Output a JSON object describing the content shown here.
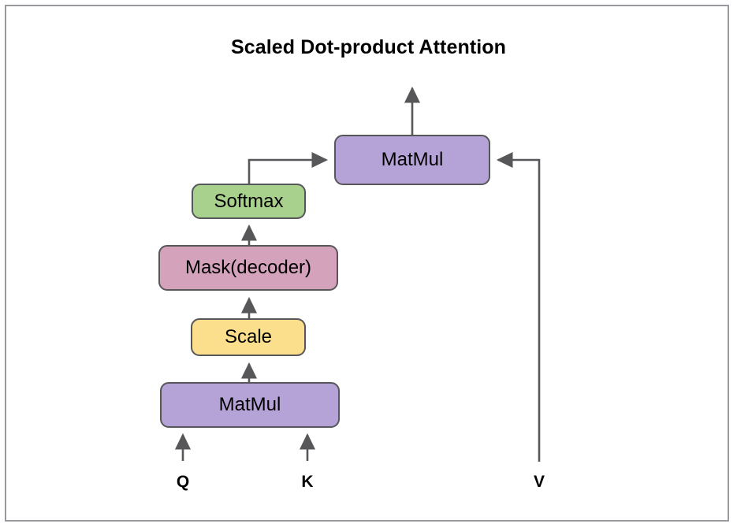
{
  "figure": {
    "title": "Scaled Dot-product Attention",
    "border_color": "#9a9a9e",
    "background": "#ffffff"
  },
  "palette": {
    "matmul_fill": "#b5a2d6",
    "softmax_fill": "#a9d18e",
    "mask_fill": "#d4a3bb",
    "scale_fill": "#fbdf8c",
    "node_stroke": "#57575a",
    "edge_stroke": "#57575a",
    "text": "#000000"
  },
  "nodes": [
    {
      "id": "matmul-top",
      "label": "MatMul",
      "color": "#b5a2d6"
    },
    {
      "id": "softmax",
      "label": "Softmax",
      "color": "#a9d18e"
    },
    {
      "id": "mask",
      "label": "Mask(decoder)",
      "color": "#d4a3bb"
    },
    {
      "id": "scale",
      "label": "Scale",
      "color": "#fbdf8c"
    },
    {
      "id": "matmul-bottom",
      "label": "MatMul",
      "color": "#b5a2d6"
    }
  ],
  "inputs": [
    {
      "id": "q",
      "label": "Q"
    },
    {
      "id": "k",
      "label": "K"
    },
    {
      "id": "v",
      "label": "V"
    }
  ],
  "edges": [
    {
      "from": "q",
      "to": "matmul-bottom"
    },
    {
      "from": "k",
      "to": "matmul-bottom"
    },
    {
      "from": "matmul-bottom",
      "to": "scale"
    },
    {
      "from": "scale",
      "to": "mask"
    },
    {
      "from": "mask",
      "to": "softmax"
    },
    {
      "from": "softmax",
      "to": "matmul-top"
    },
    {
      "from": "v",
      "to": "matmul-top"
    },
    {
      "from": "matmul-top",
      "to": "output"
    }
  ]
}
